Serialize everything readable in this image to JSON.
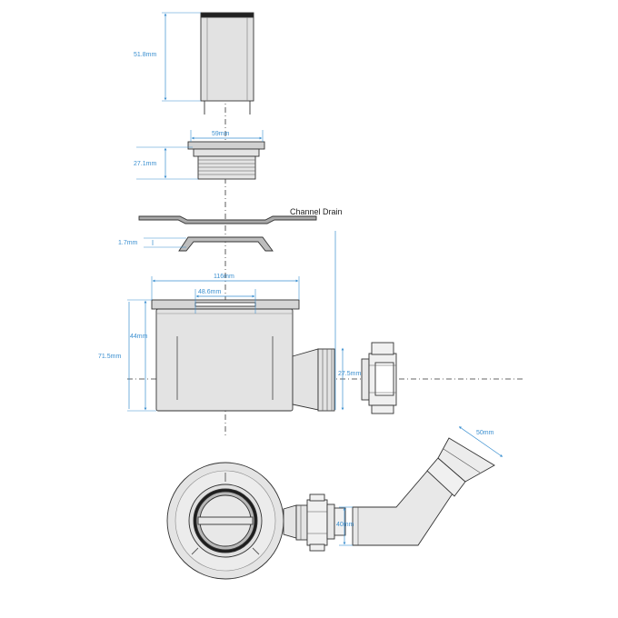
{
  "colors": {
    "outline": "#333333",
    "fill": "#d9d9d9",
    "fill_dark": "#a8a8a8",
    "fill_light": "#ececec",
    "dimension": "#3a8fd0",
    "centerline": "#333333"
  },
  "labels": {
    "channel_drain": "Channel Drain"
  },
  "dimensions": {
    "strainer_height": "51.8mm",
    "collar_width": "59mm",
    "collar_height": "27.1mm",
    "ring_thickness": "1.7mm",
    "body_width": "116mm",
    "body_inner_width": "48.6mm",
    "body_height": "44mm",
    "total_height": "71.5mm",
    "outlet_height": "27.5mm",
    "elbow_diameter": "50mm",
    "pipe_diameter": "40mm"
  }
}
